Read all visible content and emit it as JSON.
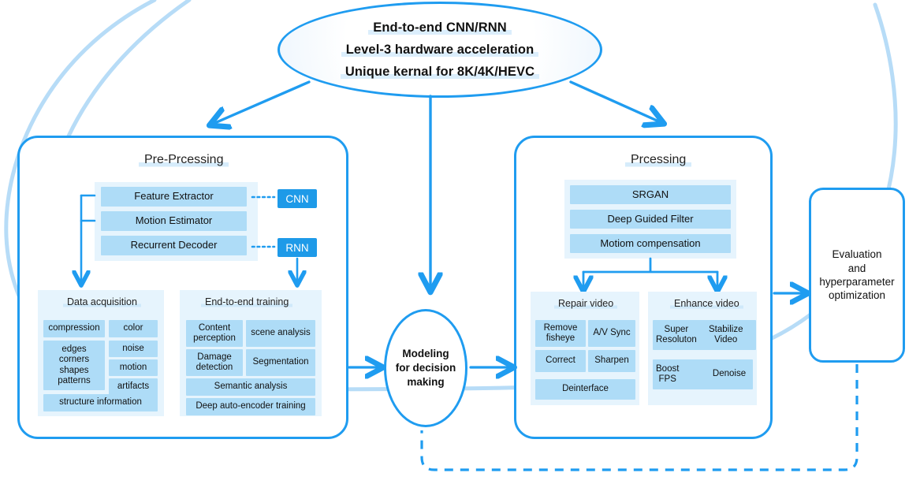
{
  "hero": {
    "lines": [
      "End-to-end CNN/RNN",
      "Level-3 hardware acceleration",
      "Unique kernal for 8K/4K/HEVC"
    ]
  },
  "preprocessing": {
    "title": "Pre-Prcessing",
    "modules": [
      {
        "label": "Feature Extractor"
      },
      {
        "label": "Motion Estimator"
      },
      {
        "label": "Recurrent Decoder"
      }
    ],
    "accents": [
      {
        "label": "CNN"
      },
      {
        "label": "RNN"
      }
    ],
    "data_acquisition": {
      "title": "Data acquisition",
      "items": [
        "compression",
        "color",
        "edges\ncorners\nshapes\npatterns",
        "noise",
        "motion",
        "artifacts",
        "structure information"
      ]
    },
    "training": {
      "title": "End-to-end training",
      "items": [
        "Content\nperception",
        "scene analysis",
        "Damage\ndetection",
        "Segmentation",
        "Semantic analysis",
        "Deep auto-encoder training"
      ]
    }
  },
  "processing": {
    "title": "Prcessing",
    "modules": [
      {
        "label": "SRGAN"
      },
      {
        "label": "Deep Guided Filter"
      },
      {
        "label": "Motiom compensation"
      }
    ],
    "repair": {
      "title": "Repair video",
      "items": [
        "Remove\nfisheye",
        "A/V Sync",
        "Correct",
        "Sharpen",
        "Deinterface"
      ]
    },
    "enhance": {
      "title": "Enhance video",
      "items": [
        "Super\nResoluton",
        "Stabilize\nVideo",
        "Boost\nFPS",
        "Denoise"
      ]
    }
  },
  "modeling": {
    "label": "Modeling\nfor decision\nmaking"
  },
  "evaluation": {
    "label": "Evaluation\nand\nhyperparameter\noptimization"
  },
  "colors": {
    "stroke": "#1f9cf0",
    "accent": "#1e9ae8",
    "chip": "#aedcf7",
    "panel": "#e6f4fd",
    "decor": "#bcdff8",
    "text": "#111111"
  }
}
